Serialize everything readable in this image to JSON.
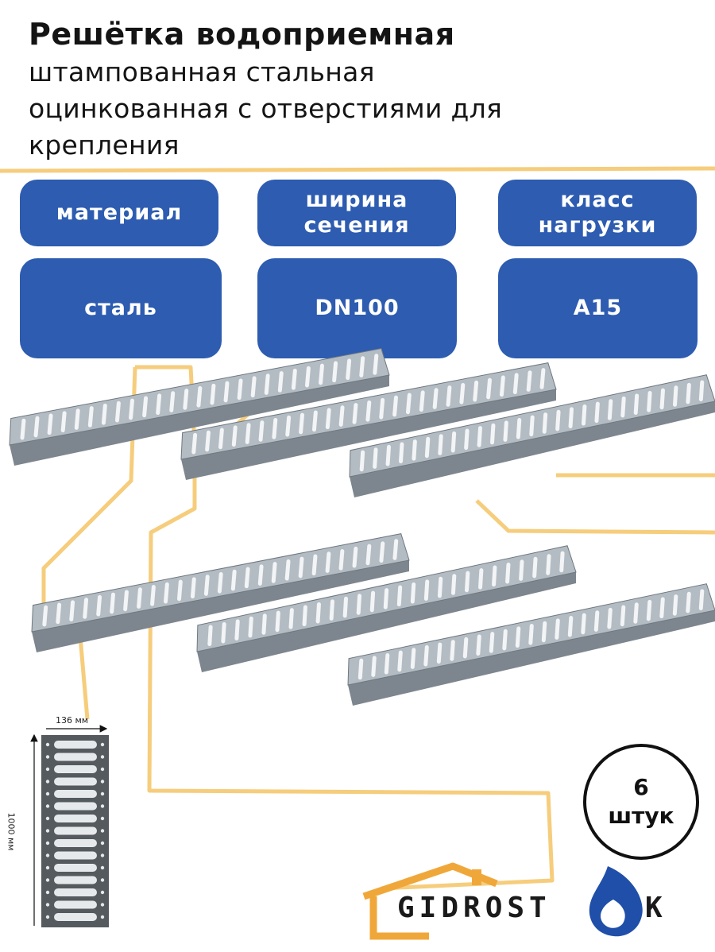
{
  "title": {
    "line1": "Решётка водоприемная",
    "line2": "штампованная стальная",
    "line3": "оцинкованная с отверстиями для",
    "line4": "крепления"
  },
  "specs": [
    {
      "label": "материал",
      "value": "сталь"
    },
    {
      "label": "ширина сечения",
      "value": "DN100"
    },
    {
      "label": "класс нагрузки",
      "value": "A15"
    }
  ],
  "dimensions": {
    "width": "136 мм",
    "length": "1000 мм"
  },
  "count": {
    "number": "6",
    "unit": "штук"
  },
  "brand": {
    "text": "GIDROST",
    "suffix": "K"
  },
  "colors": {
    "accent_blue": "#2d5cb0",
    "accent_yellow": "#f6cd7c",
    "grate_steel": "#a7b0b8"
  },
  "icons": [
    "house-outline-icon",
    "water-drop-icon"
  ]
}
